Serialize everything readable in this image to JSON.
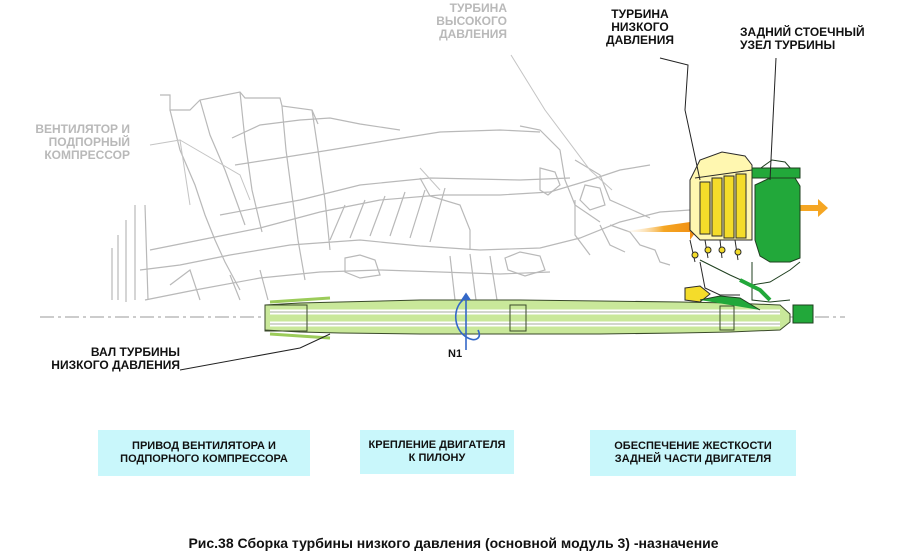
{
  "labels": {
    "hp_turbine": [
      "ТУРБИНА",
      "ВЫСОКОГО",
      "ДАВЛЕНИЯ"
    ],
    "fan_compressor": [
      "ВЕНТИЛЯТОР И",
      "ПОДПОРНЫЙ",
      "КОМПРЕССОР"
    ],
    "lp_turbine": [
      "ТУРБИНА",
      "НИЗКОГО",
      "ДАВЛЕНИЯ"
    ],
    "rear_frame": [
      "ЗАДНИЙ СТОЕЧНЫЙ",
      "УЗЕЛ ТУРБИНЫ"
    ],
    "lp_shaft": [
      "ВАЛ ТУРБИНЫ",
      "НИЗКОГО ДАВЛЕНИЯ"
    ],
    "rotation": "N1"
  },
  "boxes": {
    "fan_drive": [
      "ПРИВОД ВЕНТИЛЯТОРА И",
      "ПОДПОРНОГО КОМПРЕССОРА"
    ],
    "pylon_mount": [
      "КРЕПЛЕНИЕ ДВИГАТЕЛЯ",
      "К ПИЛОНУ"
    ],
    "rear_stiffness": [
      "ОБЕСПЕЧЕНИЕ ЖЕСТКОСТИ",
      "ЗАДНЕЙ ЧАСТИ ДВИГАТЕЛЯ"
    ]
  },
  "caption": "Рис.38 Сборка турбины низкого давления (основной модуль 3) -назначение",
  "colors": {
    "lpt_fill": "#f4dc2a",
    "rear_frame_fill": "#22a83a",
    "shaft_fill": "#b6e07a",
    "arrow_fill": "#f5a623",
    "outline_grey": "#b9b9b9",
    "box_fill": "#c9f7fb"
  }
}
